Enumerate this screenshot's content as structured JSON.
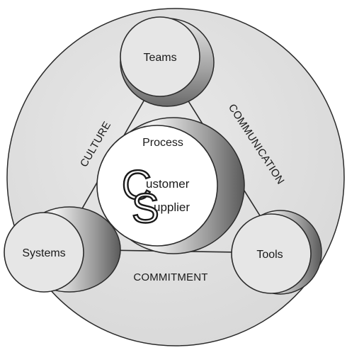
{
  "diagram": {
    "nodes": {
      "teams": "Teams",
      "systems": "Systems",
      "tools": "Tools",
      "process": "Process"
    },
    "edges": {
      "left": "CULTURE",
      "right": "COMMUNICATION",
      "bottom": "COMMITMENT"
    },
    "center": {
      "initial_c": "C",
      "rest_c": "ustomer",
      "initial_s": "S",
      "rest_s": "upplier"
    }
  }
}
